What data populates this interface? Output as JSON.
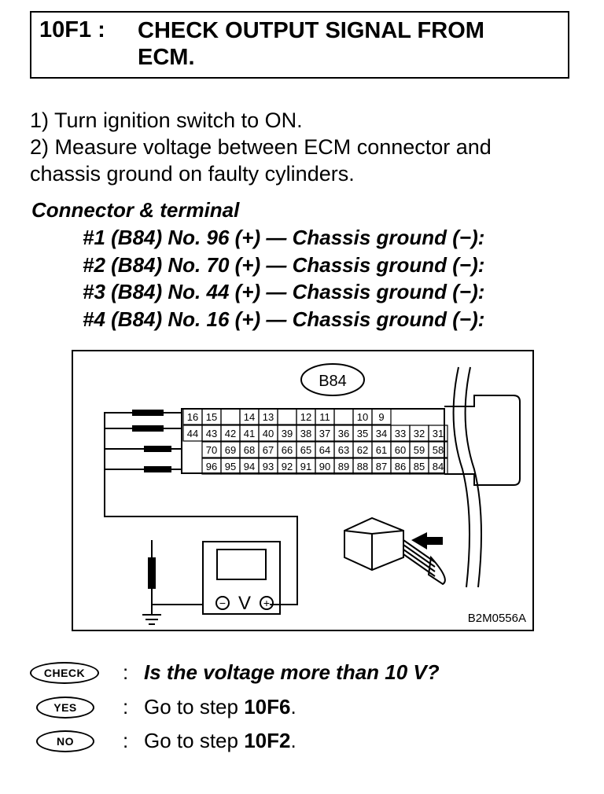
{
  "step": {
    "number": "10F1 :",
    "title_line1": "CHECK OUTPUT SIGNAL FROM",
    "title_line2": "ECM."
  },
  "instructions": [
    "1)  Turn ignition switch to ON.",
    "2)  Measure voltage between ECM connector and",
    "chassis ground on faulty cylinders."
  ],
  "connector": {
    "heading": "Connector & terminal",
    "lines": [
      "#1 (B84) No. 96 (+) — Chassis ground (−):",
      "#2 (B84) No. 70 (+) — Chassis ground (−):",
      "#3 (B84) No. 44 (+) — Chassis ground (−):",
      "#4 (B84) No. 16 (+) — Chassis ground (−):"
    ]
  },
  "diagram": {
    "connector_label": "B84",
    "code": "B2M0556A",
    "row1": [
      "16",
      "15",
      "",
      "14",
      "13",
      "",
      "12",
      "11",
      "",
      "10",
      "9"
    ],
    "row2": [
      "44",
      "43",
      "42",
      "41",
      "40",
      "39",
      "38",
      "37",
      "36",
      "35",
      "34",
      "33",
      "32",
      "31"
    ],
    "row3": [
      "70",
      "69",
      "68",
      "67",
      "66",
      "65",
      "64",
      "63",
      "62",
      "61",
      "60",
      "59",
      "58"
    ],
    "row4": [
      "96",
      "95",
      "94",
      "93",
      "92",
      "91",
      "90",
      "89",
      "88",
      "87",
      "86",
      "85",
      "84"
    ],
    "meter_minus": "−",
    "meter_v": "V",
    "meter_plus": "+"
  },
  "check": {
    "badge": "CHECK",
    "colon": ":",
    "question": "Is the voltage more than 10 V?"
  },
  "yes": {
    "badge": "YES",
    "colon": ":",
    "text": "Go to step ",
    "step": "10F6",
    "end": "."
  },
  "no": {
    "badge": "NO",
    "colon": ":",
    "text": "Go to step ",
    "step": "10F2",
    "end": "."
  }
}
